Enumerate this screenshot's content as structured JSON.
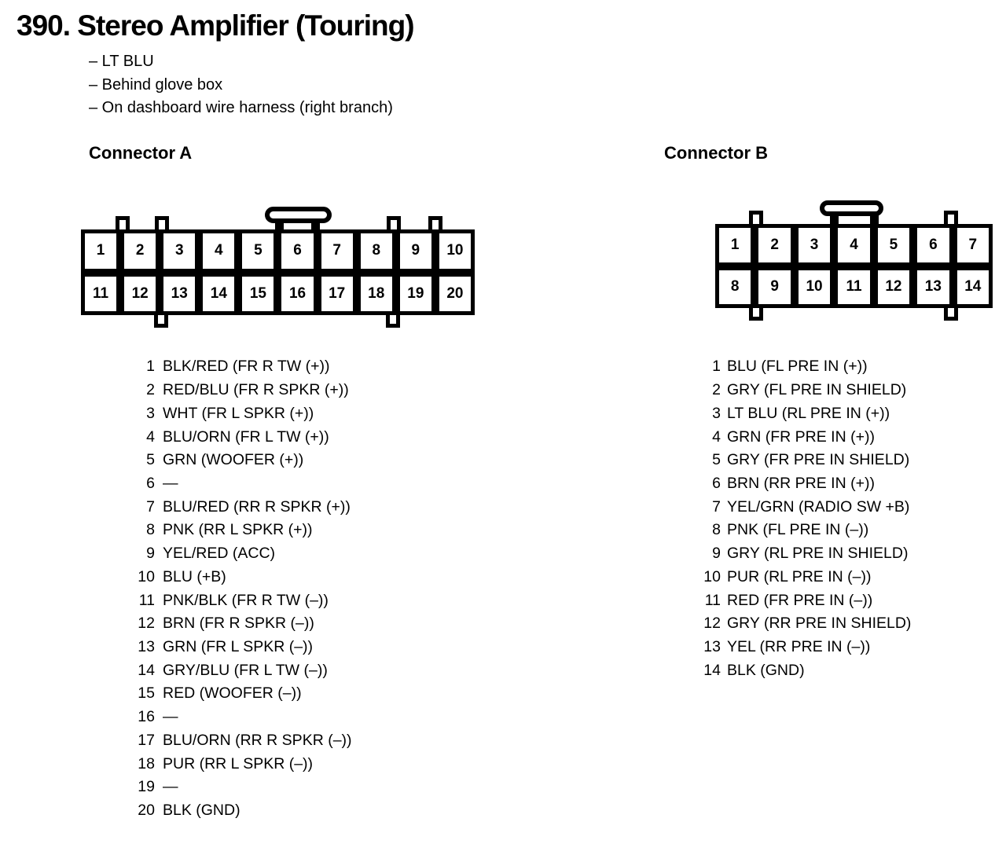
{
  "colors": {
    "ink": "#000000",
    "paper": "#ffffff"
  },
  "header": {
    "title": "390. Stereo Amplifier (Touring)",
    "notes": [
      "– LT BLU",
      "– Behind glove box",
      "– On dashboard wire harness (right branch)"
    ]
  },
  "connector_a": {
    "heading": "Connector A",
    "cells": [
      [
        "1",
        "2",
        "3",
        "4",
        "5",
        "6",
        "7",
        "8",
        "9",
        "10"
      ],
      [
        "11",
        "12",
        "13",
        "14",
        "15",
        "16",
        "17",
        "18",
        "19",
        "20"
      ]
    ],
    "pins": [
      {
        "num": "1",
        "desc": "BLK/RED (FR R TW (+))"
      },
      {
        "num": "2",
        "desc": "RED/BLU (FR R SPKR (+))"
      },
      {
        "num": "3",
        "desc": "WHT (FR L SPKR (+))"
      },
      {
        "num": "4",
        "desc": "BLU/ORN (FR L TW (+))"
      },
      {
        "num": "5",
        "desc": "GRN (WOOFER (+))"
      },
      {
        "num": "6",
        "desc": "—"
      },
      {
        "num": "7",
        "desc": "BLU/RED (RR R SPKR (+))"
      },
      {
        "num": "8",
        "desc": "PNK (RR L SPKR (+))"
      },
      {
        "num": "9",
        "desc": "YEL/RED (ACC)"
      },
      {
        "num": "10",
        "desc": "BLU (+B)"
      },
      {
        "num": "11",
        "desc": "PNK/BLK (FR R TW (–))"
      },
      {
        "num": "12",
        "desc": "BRN (FR R SPKR (–))"
      },
      {
        "num": "13",
        "desc": "GRN (FR L SPKR (–))"
      },
      {
        "num": "14",
        "desc": "GRY/BLU (FR L TW (–))"
      },
      {
        "num": "15",
        "desc": "RED (WOOFER (–))"
      },
      {
        "num": "16",
        "desc": "—"
      },
      {
        "num": "17",
        "desc": "BLU/ORN (RR R SPKR (–))"
      },
      {
        "num": "18",
        "desc": "PUR (RR L SPKR (–))"
      },
      {
        "num": "19",
        "desc": "—"
      },
      {
        "num": "20",
        "desc": "BLK (GND)"
      }
    ]
  },
  "connector_b": {
    "heading": "Connector B",
    "cells": [
      [
        "1",
        "2",
        "3",
        "4",
        "5",
        "6",
        "7"
      ],
      [
        "8",
        "9",
        "10",
        "11",
        "12",
        "13",
        "14"
      ]
    ],
    "pins": [
      {
        "num": "1",
        "desc": "BLU (FL PRE IN (+))"
      },
      {
        "num": "2",
        "desc": "GRY (FL PRE IN SHIELD)"
      },
      {
        "num": "3",
        "desc": "LT BLU (RL PRE IN (+))"
      },
      {
        "num": "4",
        "desc": "GRN (FR PRE IN (+))"
      },
      {
        "num": "5",
        "desc": "GRY (FR PRE IN SHIELD)"
      },
      {
        "num": "6",
        "desc": "BRN (RR PRE IN (+))"
      },
      {
        "num": "7",
        "desc": "YEL/GRN (RADIO SW +B)"
      },
      {
        "num": "8",
        "desc": "PNK (FL PRE IN (–))"
      },
      {
        "num": "9",
        "desc": "GRY (RL PRE IN SHIELD)"
      },
      {
        "num": "10",
        "desc": "PUR (RL PRE IN (–))"
      },
      {
        "num": "11",
        "desc": "RED (FR PRE IN (–))"
      },
      {
        "num": "12",
        "desc": "GRY (RR PRE IN SHIELD)"
      },
      {
        "num": "13",
        "desc": "YEL (RR PRE IN (–))"
      },
      {
        "num": "14",
        "desc": "BLK (GND)"
      }
    ]
  }
}
